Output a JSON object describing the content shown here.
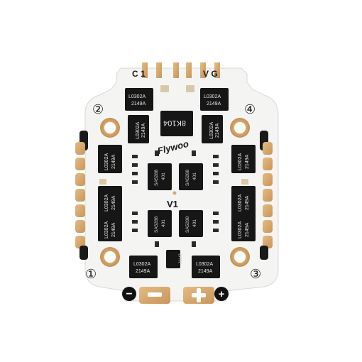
{
  "board": {
    "top_pads": {
      "left": "C 1",
      "right": "V G"
    },
    "brand": "Flywoo",
    "version": "V1",
    "mount_holes": [
      "①",
      "②",
      "③",
      "④"
    ],
    "power": {
      "minus": "−",
      "plus": "+"
    },
    "center_ic_label": "8K104",
    "small_ic_label": "J1Lt2",
    "mosfet_marking": [
      "L0302A",
      "2149A"
    ],
    "driver_marking": [
      "SA5288",
      "401"
    ]
  },
  "colors": {
    "pcb": "#f4f4f3",
    "pad_gold": "#d6a86a",
    "chip": "#161616",
    "silkscreen": "#1a1a1a"
  }
}
